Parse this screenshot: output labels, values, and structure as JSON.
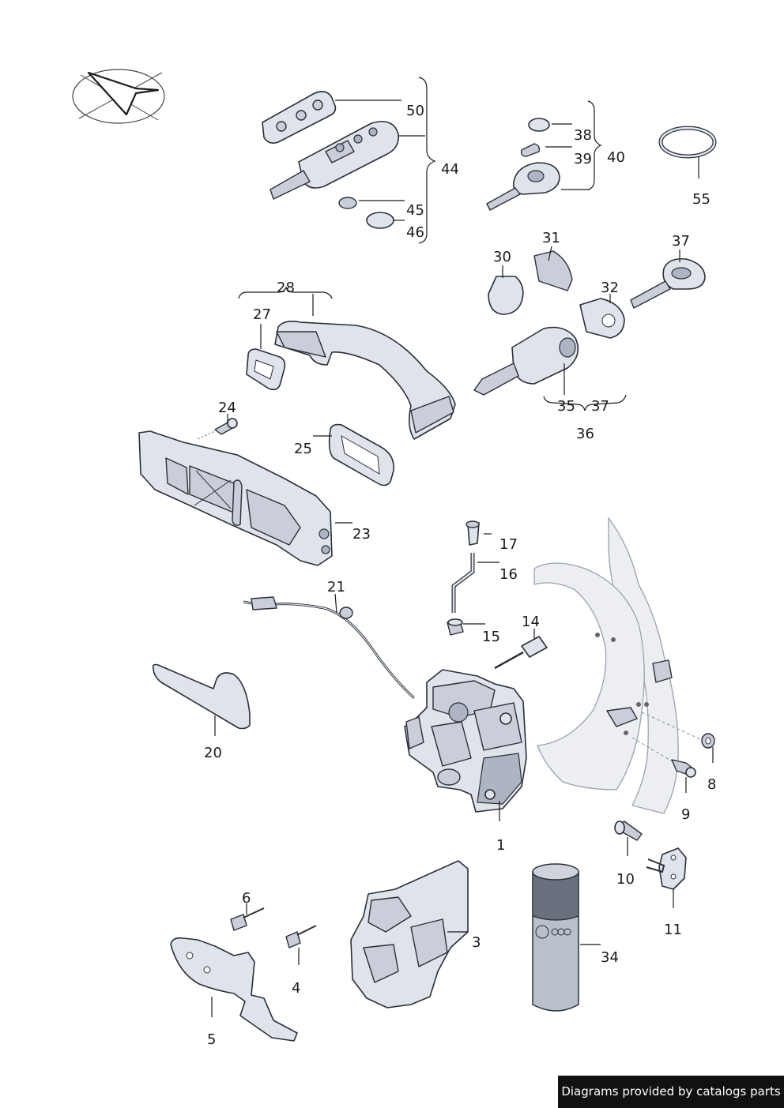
{
  "callouts": {
    "c1": "1",
    "c3": "3",
    "c4": "4",
    "c5": "5",
    "c6": "6",
    "c8": "8",
    "c9": "9",
    "c10": "10",
    "c11": "11",
    "c14": "14",
    "c15": "15",
    "c16": "16",
    "c17": "17",
    "c20": "20",
    "c21": "21",
    "c23": "23",
    "c24": "24",
    "c25": "25",
    "c27": "27",
    "c28": "28",
    "c30": "30",
    "c31": "31",
    "c32": "32",
    "c34": "34",
    "c35": "35",
    "c36": "36",
    "c37a": "37",
    "c37b": "37",
    "c38": "38",
    "c39": "39",
    "c40": "40",
    "c44": "44",
    "c45": "45",
    "c46": "46",
    "c50": "50",
    "c55": "55"
  },
  "credit": "Diagrams provided by catalogs parts",
  "colors": {
    "part_fill": "#dfe3ea",
    "outline": "#2a2f38",
    "credit_bg": "#111111"
  }
}
